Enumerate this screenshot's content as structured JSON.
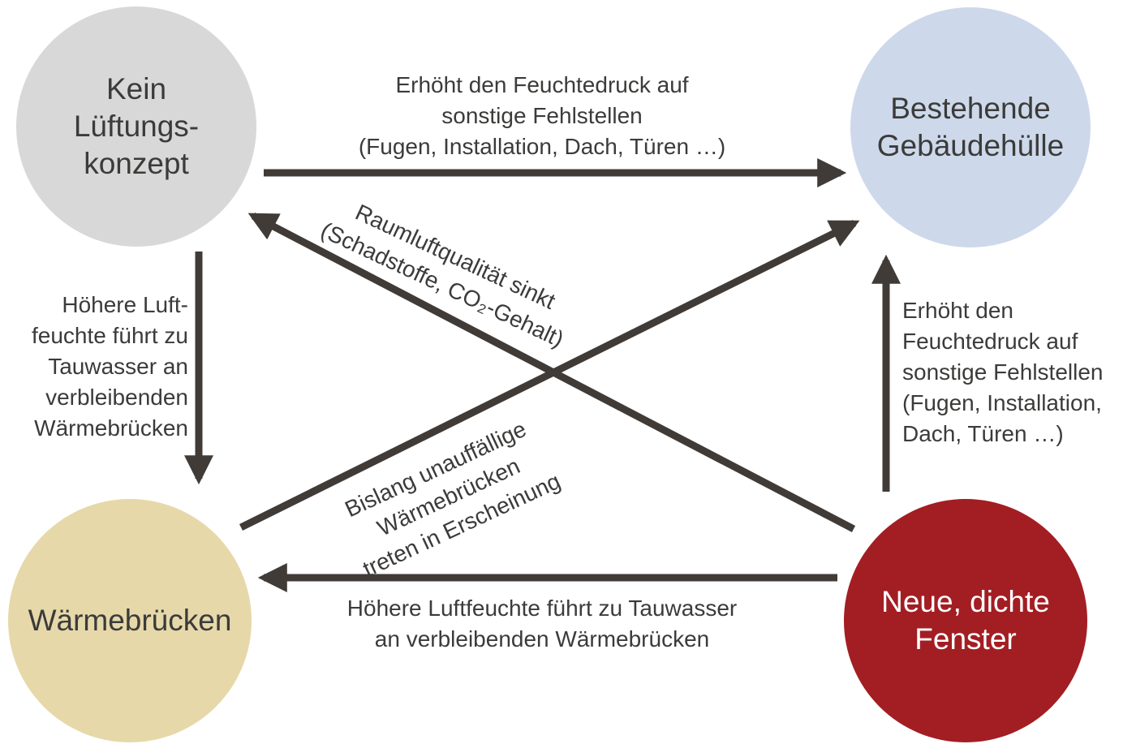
{
  "diagram": {
    "description_visible_elements": "causal loop diagram with four circular nodes and six labelled arrows",
    "colors": {
      "background": "#ffffff",
      "arrow": "#403b37",
      "text": "#3b3b3a",
      "node_kein_lueftungskonzept": "#d8d8d8",
      "node_bestehende_gebaeudehuelle": "#cdd9ea",
      "node_waermebruecken": "#e6d8a9",
      "node_neue_dichte_fenster": "#a21e23",
      "node_neue_dichte_fenster_text": "#ffffff"
    },
    "nodes": {
      "kein_lueftungskonzept": {
        "label": "Kein\nLüftungs-\nkonzept"
      },
      "bestehende_gebaeudehuelle": {
        "label": "Bestehende\nGebäudehülle"
      },
      "waermebruecken": {
        "label": "Wärmebrücken"
      },
      "neue_dichte_fenster": {
        "label": "Neue, dichte\nFenster"
      }
    },
    "edges": {
      "kein_to_huelle": {
        "from": "kein_lueftungskonzept",
        "to": "bestehende_gebaeudehuelle",
        "label": "Erhöht den Feuchtedruck auf\nsonstige Fehlstellen\n(Fugen, Installation, Dach, Türen …)"
      },
      "fenster_to_kein": {
        "from": "neue_dichte_fenster",
        "to": "kein_lueftungskonzept",
        "label": "Raumluftqualität sinkt\n(Schadstoffe, CO₂-Gehalt)"
      },
      "kein_to_waermebruecken": {
        "from": "kein_lueftungskonzept",
        "to": "waermebruecken",
        "label": "Höhere Luft-\nfeuchte führt zu\nTauwasser an\nverbleibenden\nWärmebrücken"
      },
      "waermebruecken_to_huelle": {
        "from": "waermebruecken",
        "to": "bestehende_gebaeudehuelle",
        "label": "Bislang unauffällige\nWärmebrücken\ntreten in Erscheinung"
      },
      "fenster_to_huelle": {
        "from": "neue_dichte_fenster",
        "to": "bestehende_gebaeudehuelle",
        "label": "Erhöht den\nFeuchtedruck auf\nsonstige Fehlstellen\n(Fugen, Installation,\nDach, Türen …)"
      },
      "fenster_to_waermebruecken": {
        "from": "neue_dichte_fenster",
        "to": "waermebruecken",
        "label": "Höhere Luftfeuchte führt zu Tauwasser\nan verbleibenden Wärmebrücken"
      }
    }
  }
}
